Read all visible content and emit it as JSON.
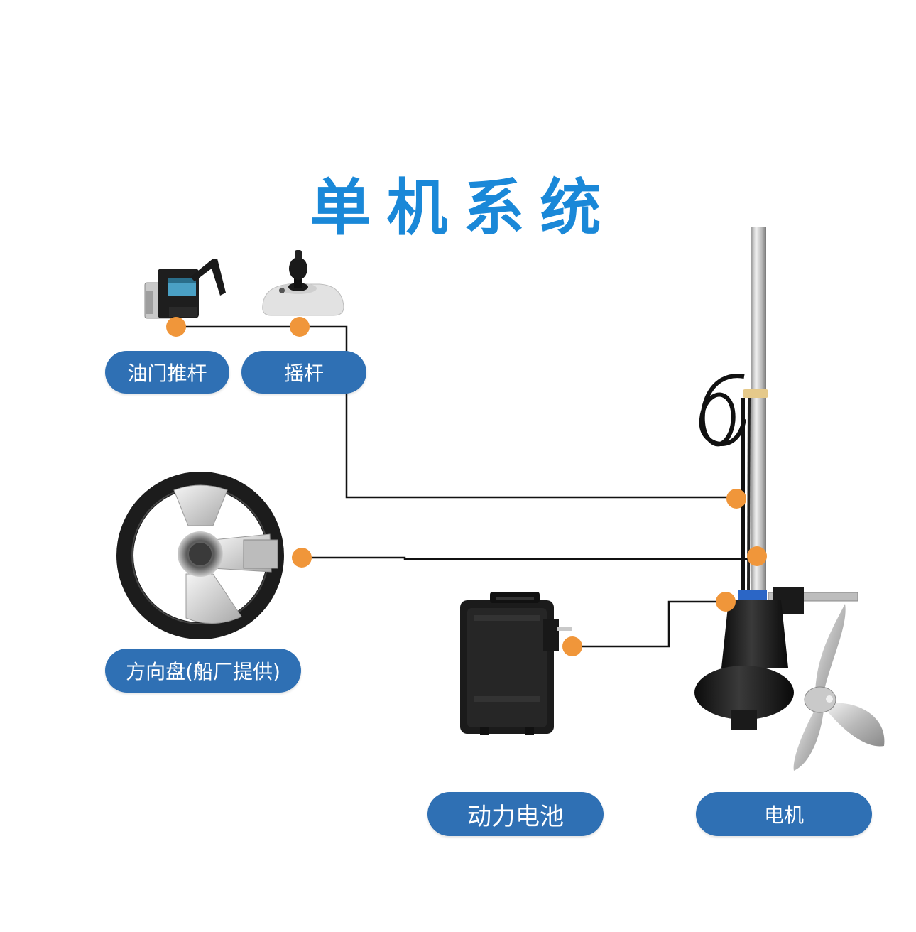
{
  "title": "单机系统",
  "labels": {
    "throttle": "油门推杆",
    "joystick": "摇杆",
    "steering_wheel": "方向盘(船厂提供)",
    "battery": "动力电池",
    "motor": "电机"
  },
  "colors": {
    "title": "#1a88d8",
    "label_bg": "#2f70b4",
    "label_text": "#ffffff",
    "connector_dot": "#f0963a",
    "wire": "#111111"
  },
  "icons": [
    "throttle-lever-icon",
    "joystick-icon",
    "steering-wheel-icon",
    "battery-case-icon",
    "outboard-motor-icon"
  ]
}
